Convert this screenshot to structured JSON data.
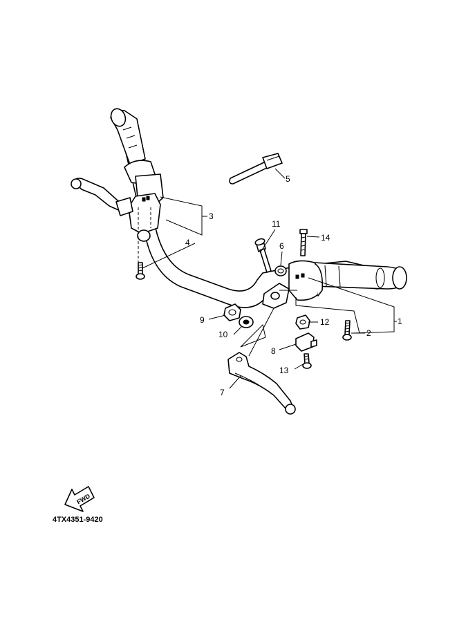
{
  "callouts": {
    "c1": "1",
    "c2": "2",
    "c3": "3",
    "c4": "4",
    "c5": "5",
    "c6": "6",
    "c7": "7",
    "c8": "8",
    "c9": "9",
    "c10": "10",
    "c11": "11",
    "c12": "12",
    "c13": "13",
    "c14": "14"
  },
  "direction_label": "FWD",
  "diagram_code": "4TX4351-9420"
}
